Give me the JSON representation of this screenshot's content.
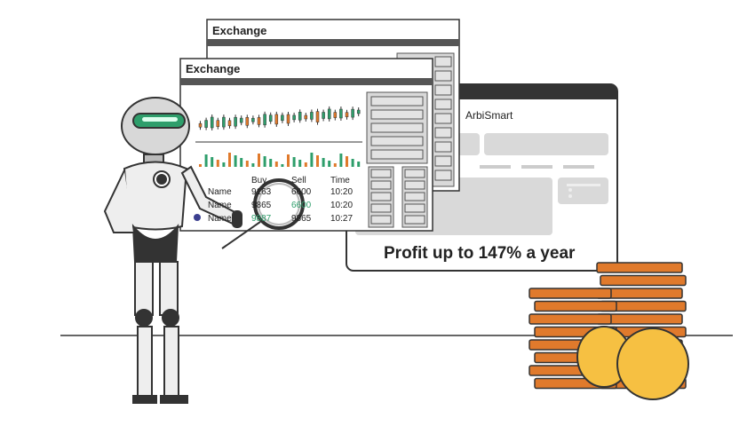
{
  "back_window": {
    "title": "Exchange"
  },
  "front_window": {
    "title": "Exchange",
    "table": {
      "headers": [
        "Buy",
        "Sell",
        "Time"
      ],
      "rows": [
        {
          "name": "Name",
          "buy": "9163",
          "sell": "6600",
          "time": "10:20"
        },
        {
          "name": "Name",
          "buy": "9865",
          "sell": "6600",
          "time": "10:20"
        },
        {
          "name": "Name",
          "buy": "9887",
          "sell": "9865",
          "time": "10:27"
        }
      ]
    }
  },
  "arbismart_window": {
    "brand": "ArbiSmart",
    "headline": "Profit  up to 147% a year"
  },
  "colors": {
    "green": "#2e9e6b",
    "orange": "#e07a2c",
    "gold": "#f6c042",
    "dark": "#333333",
    "panel": "#d9d9d9"
  }
}
